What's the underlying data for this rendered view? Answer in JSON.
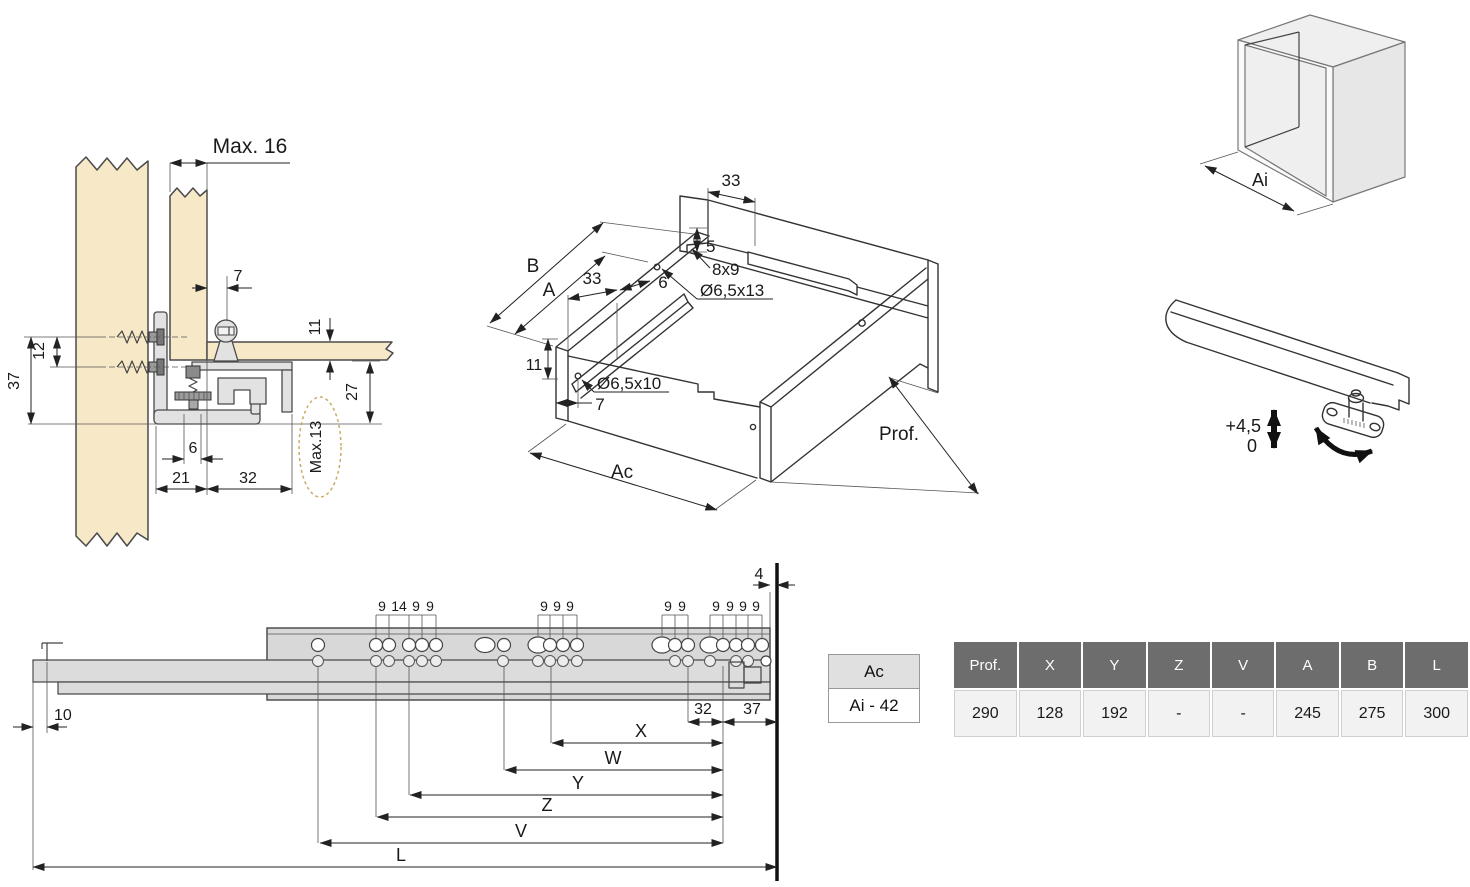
{
  "cross_section": {
    "max16": "Max. 16",
    "d7": "7",
    "d11": "11",
    "d12": "12",
    "d37": "37",
    "d27": "27",
    "d6": "6",
    "d21": "21",
    "d32": "32",
    "max13": "Max.13"
  },
  "isometric": {
    "d33_top": "33",
    "d5": "5",
    "slot": "8x9",
    "hole_top": "Ø6,5x13",
    "dB": "B",
    "dA": "A",
    "d33": "33",
    "d6": "6",
    "d11": "11",
    "hole_front": "Ø6,5x10",
    "d7": "7",
    "prof": "Prof.",
    "ac": "Ac"
  },
  "cabinet": {
    "ai": "Ai"
  },
  "adjuster": {
    "plus": "+4,5",
    "zero": "0"
  },
  "slide": {
    "chain1": [
      "9",
      "14",
      "9",
      "9"
    ],
    "chain2": [
      "9",
      "9",
      "9"
    ],
    "chain3": [
      "9",
      "9"
    ],
    "chain4": [
      "9",
      "9",
      "9",
      "9"
    ],
    "d4": "4",
    "d10": "10",
    "d32": "32",
    "d37": "37",
    "dX": "X",
    "dW": "W",
    "dY": "Y",
    "dZ": "Z",
    "dV": "V",
    "dL": "L"
  },
  "tables": {
    "ac": {
      "header": "Ac",
      "value": "Ai - 42"
    },
    "main": {
      "headers": [
        "Prof.",
        "X",
        "Y",
        "Z",
        "V",
        "A",
        "B",
        "L"
      ],
      "values": [
        "290",
        "128",
        "192",
        "-",
        "-",
        "245",
        "275",
        "300"
      ]
    }
  },
  "colors": {
    "wood": "#f7e8c8",
    "metal": "#d8d8d8",
    "line": "#333333",
    "table_header_bg": "#6d6d6d",
    "table_header_text": "#ffffff",
    "table_body_bg": "#f2f2f2",
    "dashed_ellipse": "#c9ad66"
  }
}
